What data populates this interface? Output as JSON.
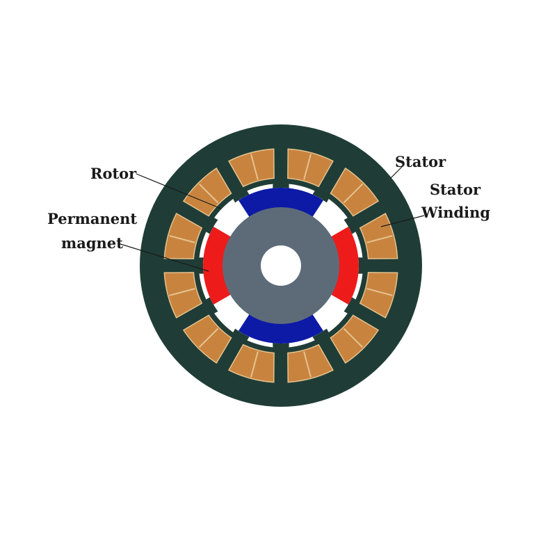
{
  "diagram": {
    "labels": {
      "rotor": "Rotor",
      "permanent_magnet_line1": "Permanent",
      "permanent_magnet_line2": "magnet",
      "stator": "Stator",
      "stator_winding_line1": "Stator",
      "stator_winding_line2": "Winding"
    },
    "colors": {
      "stator": "#1f3d36",
      "winding": "#c8843f",
      "winding_edge": "#e6c28f",
      "rotor": "#5d6b79",
      "magnet_north": "#0d1aa6",
      "magnet_south": "#ee1b1b",
      "air_gap": "#ffffff",
      "shaft": "#ffffff"
    },
    "slot_count": 12,
    "pole_count": 4
  }
}
